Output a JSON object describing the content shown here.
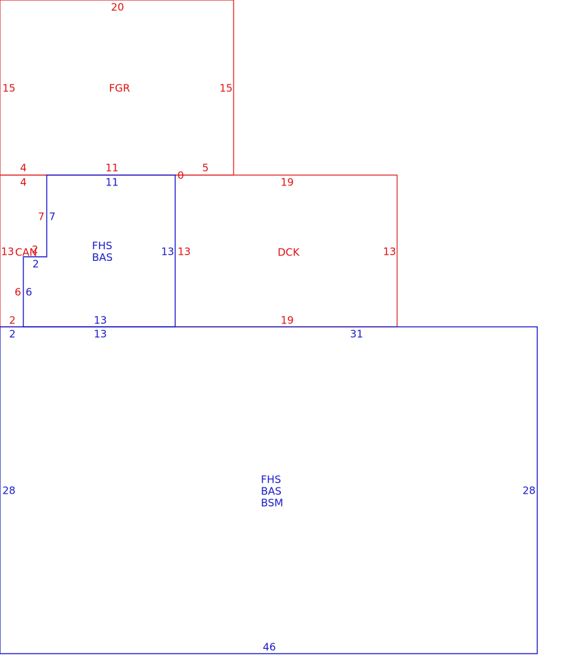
{
  "colors": {
    "red": "#dd1111",
    "blue": "#1a1ac8"
  },
  "areas": {
    "fgr": {
      "codes": [
        "FGR"
      ]
    },
    "fhs_upper": {
      "codes": [
        "FHS",
        "BAS"
      ]
    },
    "can": {
      "codes": [
        "CAN"
      ]
    },
    "dck": {
      "codes": [
        "DCK"
      ]
    },
    "fhs_main": {
      "codes": [
        "FHS",
        "BAS",
        "BSM"
      ]
    }
  },
  "dimensions": {
    "fgr": {
      "top": "20",
      "left": "15",
      "right": "15",
      "bottom_left": "4",
      "bottom_mid": "11",
      "bottom_right": "5"
    },
    "can": {
      "top": "4",
      "left": "13",
      "upper_step": "7",
      "notch": "2",
      "lower_step": "6",
      "bottom": "2"
    },
    "fhs_upper": {
      "top": "11",
      "step": "7",
      "notch": "2",
      "lower_step": "6",
      "right": "13",
      "bottom": "13"
    },
    "dck": {
      "top": "19",
      "left": "13",
      "right": "13",
      "bottom": "19",
      "corner": "0"
    },
    "fhs_main": {
      "top_left": "2",
      "top_mid": "13",
      "top_right": "31",
      "left": "28",
      "right": "28",
      "bottom": "46"
    }
  }
}
